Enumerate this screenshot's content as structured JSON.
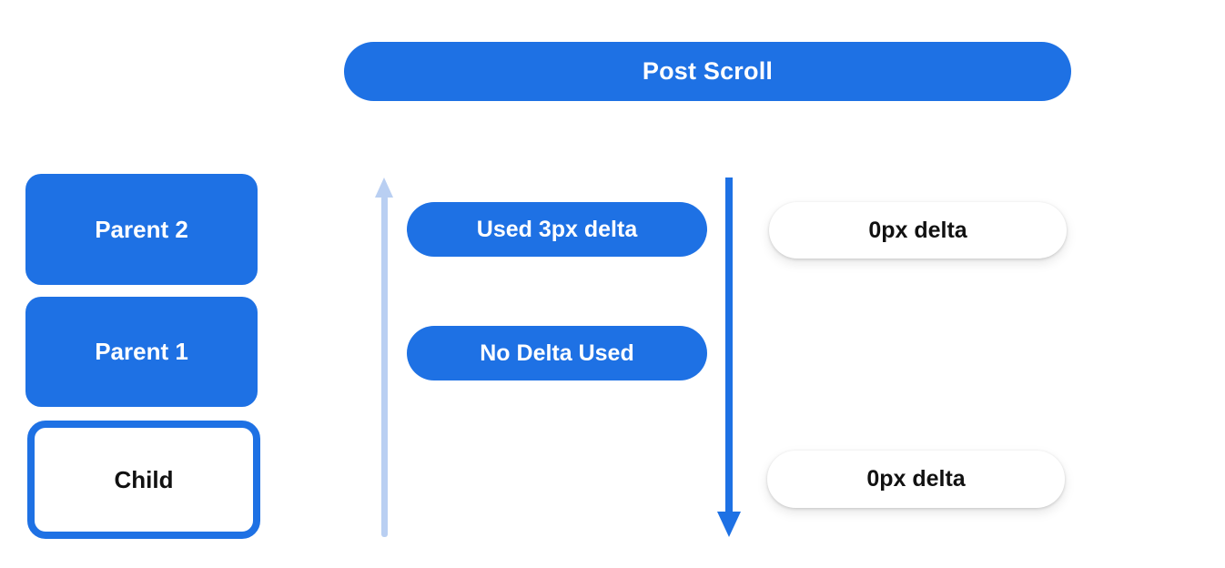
{
  "header": {
    "label": "Post Scroll"
  },
  "colors": {
    "primary_blue": "#1e71e4",
    "light_blue": "#b9cff2",
    "text_on_blue": "#ffffff",
    "text_dark": "#111111",
    "background": "#ffffff"
  },
  "nodes": {
    "parents": [
      {
        "label": "Parent 2"
      },
      {
        "label": "Parent 1"
      }
    ],
    "child": {
      "label": "Child"
    }
  },
  "deltas": {
    "blue_pills": [
      {
        "label": "Used 3px delta"
      },
      {
        "label": "No Delta Used"
      }
    ],
    "white_pills": [
      {
        "label": "0px delta"
      },
      {
        "label": "0px delta"
      }
    ]
  },
  "icons": {
    "up_arrow": "up-arrow-icon",
    "down_arrow": "down-arrow-icon"
  }
}
